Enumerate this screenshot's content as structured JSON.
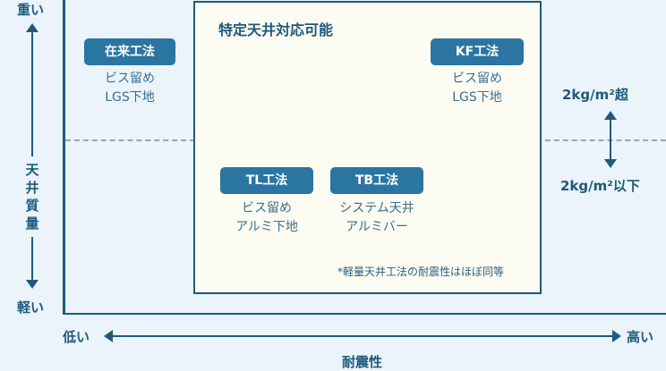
{
  "axis": {
    "y_top": "重い",
    "y_bottom": "軽い",
    "y_title": [
      "天",
      "井",
      "質",
      "量"
    ],
    "x_left": "低い",
    "x_right": "高い",
    "x_title": "耐震性"
  },
  "box_title": "特定天井対応可能",
  "methods": [
    {
      "name": "在来工法",
      "lines": [
        "ビス留め",
        "LGS下地"
      ]
    },
    {
      "name": "KF工法",
      "lines": [
        "ビス留め",
        "LGS下地"
      ]
    },
    {
      "name": "TL工法",
      "lines": [
        "ビス留め",
        "アルミ下地"
      ]
    },
    {
      "name": "TB工法",
      "lines": [
        "システム天井",
        "アルミバー"
      ]
    }
  ],
  "note": "*軽量天井工法の耐震性はほぼ同等",
  "weight": {
    "above": "2kg/m²超",
    "below": "2kg/m²以下"
  },
  "colors": {
    "axis": "#1f5a7e",
    "pill": "#2b75a3",
    "bg": "#eaf4fa",
    "box": "#fdfcf2"
  }
}
